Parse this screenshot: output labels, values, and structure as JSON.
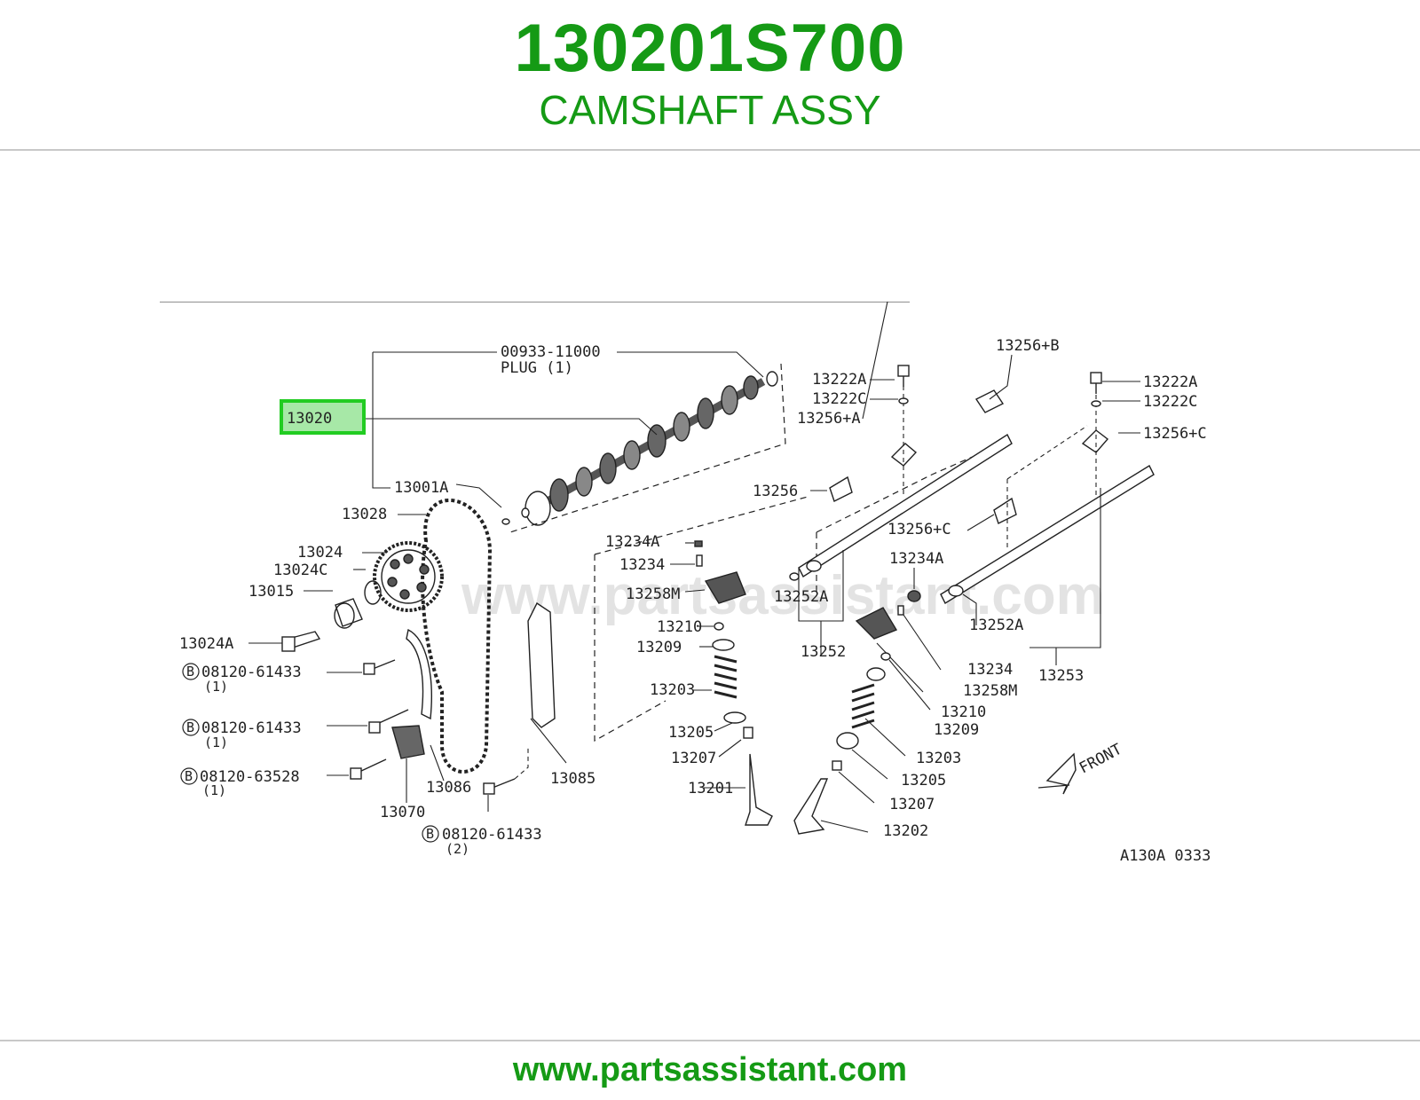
{
  "header": {
    "part_number": "130201S700",
    "part_name": "CAMSHAFT ASSY"
  },
  "diagram": {
    "watermark": "www.partsassistant.com",
    "drawing_code": "A130A 0333",
    "front_label": "FRONT",
    "highlighted_part": "13020",
    "highlight_color": "#22cc22",
    "labels": {
      "plug_number": "00933-11000",
      "plug_text": "PLUG (1)",
      "camshaft": "13020",
      "l13001A": "13001A",
      "l13028": "13028",
      "l13024": "13024",
      "l13024C": "13024C",
      "l13015": "13015",
      "l13024A": "13024A",
      "bolt1": "08120-61433",
      "bolt1_qty": "(1)",
      "bolt2": "08120-61433",
      "bolt2_qty": "(1)",
      "bolt3": "08120-63528",
      "bolt3_qty": "(1)",
      "bolt4": "08120-61433",
      "bolt4_qty": "(2)",
      "l13086": "13086",
      "l13070": "13070",
      "l13085": "13085",
      "l13234A_1": "13234A",
      "l13234_1": "13234",
      "l13258M_1": "13258M",
      "l13210_1": "13210",
      "l13209_1": "13209",
      "l13203_1": "13203",
      "l13205_1": "13205",
      "l13207_1": "13207",
      "l13201": "13201",
      "l13222A_1": "13222A",
      "l13222C_1": "13222C",
      "l13256A": "13256+A",
      "l13256B": "13256+B",
      "l13256": "13256",
      "l13252A_1": "13252A",
      "l13252": "13252",
      "l13222A_2": "13222A",
      "l13222C_2": "13222C",
      "l13256C_1": "13256+C",
      "l13256C_2": "13256+C",
      "l13234A_2": "13234A",
      "l13252A_2": "13252A",
      "l13253": "13253",
      "l13234_2": "13234",
      "l13258M_2": "13258M",
      "l13210_2": "13210",
      "l13209_2": "13209",
      "l13203_2": "13203",
      "l13205_2": "13205",
      "l13207_2": "13207",
      "l13202": "13202",
      "b": "B"
    }
  },
  "footer": {
    "url": "www.partsassistant.com"
  }
}
